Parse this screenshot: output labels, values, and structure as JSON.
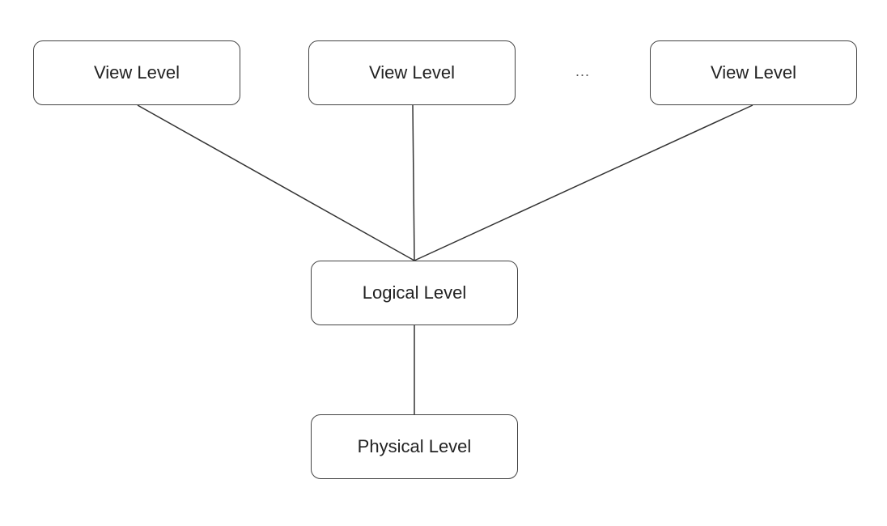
{
  "diagram": {
    "view_levels": [
      {
        "label": "View Level"
      },
      {
        "label": "View Level"
      },
      {
        "label": "View Level"
      }
    ],
    "ellipsis": "...",
    "logical_level": {
      "label": "Logical Level"
    },
    "physical_level": {
      "label": "Physical Level"
    },
    "edges": [
      {
        "from": "view-level-1",
        "to": "logical-level"
      },
      {
        "from": "view-level-2",
        "to": "logical-level"
      },
      {
        "from": "view-level-3",
        "to": "logical-level"
      },
      {
        "from": "logical-level",
        "to": "physical-level"
      }
    ]
  }
}
